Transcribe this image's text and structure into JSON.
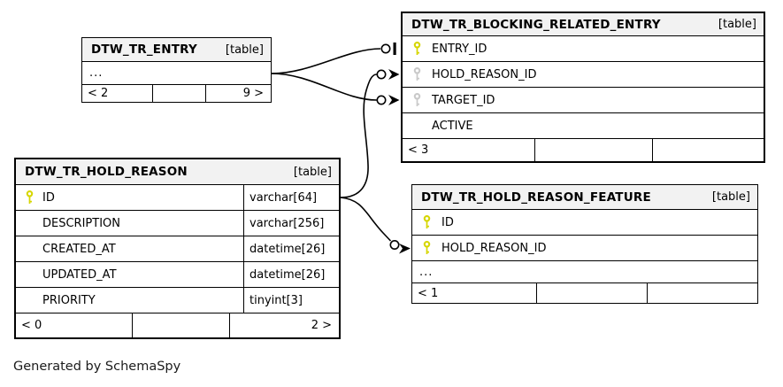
{
  "diagram": {
    "generator_note": "Generated by SchemaSpy"
  },
  "colors": {
    "header_bg": "#f2f2f2",
    "primary_key_icon": "#d6d600",
    "foreign_key_icon": "#c9c9c9",
    "line": "#000000"
  },
  "tables": {
    "entry": {
      "name": "DTW_TR_ENTRY",
      "badge": "[table]",
      "ellipsis": "...",
      "footer": {
        "left": "< 2",
        "mid": "",
        "right": "9 >"
      }
    },
    "blocking_related_entry": {
      "name": "DTW_TR_BLOCKING_RELATED_ENTRY",
      "badge": "[table]",
      "columns": [
        {
          "name": "ENTRY_ID",
          "key": "primary"
        },
        {
          "name": "HOLD_REASON_ID",
          "key": "foreign"
        },
        {
          "name": "TARGET_ID",
          "key": "foreign"
        },
        {
          "name": "ACTIVE",
          "key": "none"
        }
      ],
      "footer": {
        "left": "< 3",
        "mid": "",
        "right": ""
      }
    },
    "hold_reason": {
      "name": "DTW_TR_HOLD_REASON",
      "badge": "[table]",
      "columns": [
        {
          "name": "ID",
          "type": "varchar[64]",
          "key": "primary"
        },
        {
          "name": "DESCRIPTION",
          "type": "varchar[256]",
          "key": "none"
        },
        {
          "name": "CREATED_AT",
          "type": "datetime[26]",
          "key": "none"
        },
        {
          "name": "UPDATED_AT",
          "type": "datetime[26]",
          "key": "none"
        },
        {
          "name": "PRIORITY",
          "type": "tinyint[3]",
          "key": "none"
        }
      ],
      "footer": {
        "left": "< 0",
        "mid": "",
        "right": "2 >"
      }
    },
    "hold_reason_feature": {
      "name": "DTW_TR_HOLD_REASON_FEATURE",
      "badge": "[table]",
      "columns": [
        {
          "name": "ID",
          "key": "primary"
        },
        {
          "name": "HOLD_REASON_ID",
          "key": "primary"
        }
      ],
      "ellipsis": "...",
      "footer": {
        "left": "< 1",
        "mid": "",
        "right": ""
      }
    }
  },
  "relationships": [
    {
      "from": "DTW_TR_ENTRY",
      "to": "DTW_TR_BLOCKING_RELATED_ENTRY.ENTRY_ID",
      "end_style": "circle-tee"
    },
    {
      "from": "DTW_TR_ENTRY",
      "to": "DTW_TR_BLOCKING_RELATED_ENTRY.TARGET_ID",
      "end_style": "circle-arrow"
    },
    {
      "from": "DTW_TR_HOLD_REASON.ID",
      "to": "DTW_TR_BLOCKING_RELATED_ENTRY.HOLD_REASON_ID",
      "end_style": "circle-arrow"
    },
    {
      "from": "DTW_TR_HOLD_REASON.ID",
      "to": "DTW_TR_HOLD_REASON_FEATURE.HOLD_REASON_ID",
      "end_style": "circle-arrow"
    }
  ]
}
